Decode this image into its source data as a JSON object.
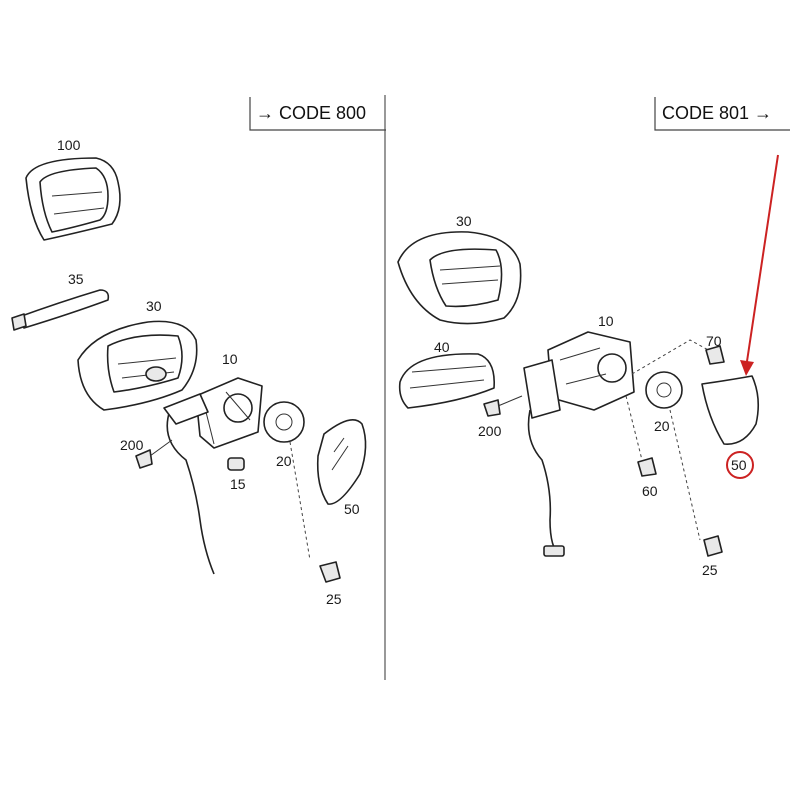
{
  "left_panel": {
    "code_label": "→ CODE 800",
    "callouts": [
      "100",
      "35",
      "30",
      "10",
      "200",
      "15",
      "20",
      "50",
      "25"
    ]
  },
  "right_panel": {
    "code_label": "CODE 801 →",
    "callouts": [
      "30",
      "40",
      "10",
      "70",
      "200",
      "60",
      "20",
      "25",
      "50"
    ],
    "highlighted_part": "50"
  },
  "colors": {
    "highlight": "#cc2222",
    "line": "#222222"
  }
}
